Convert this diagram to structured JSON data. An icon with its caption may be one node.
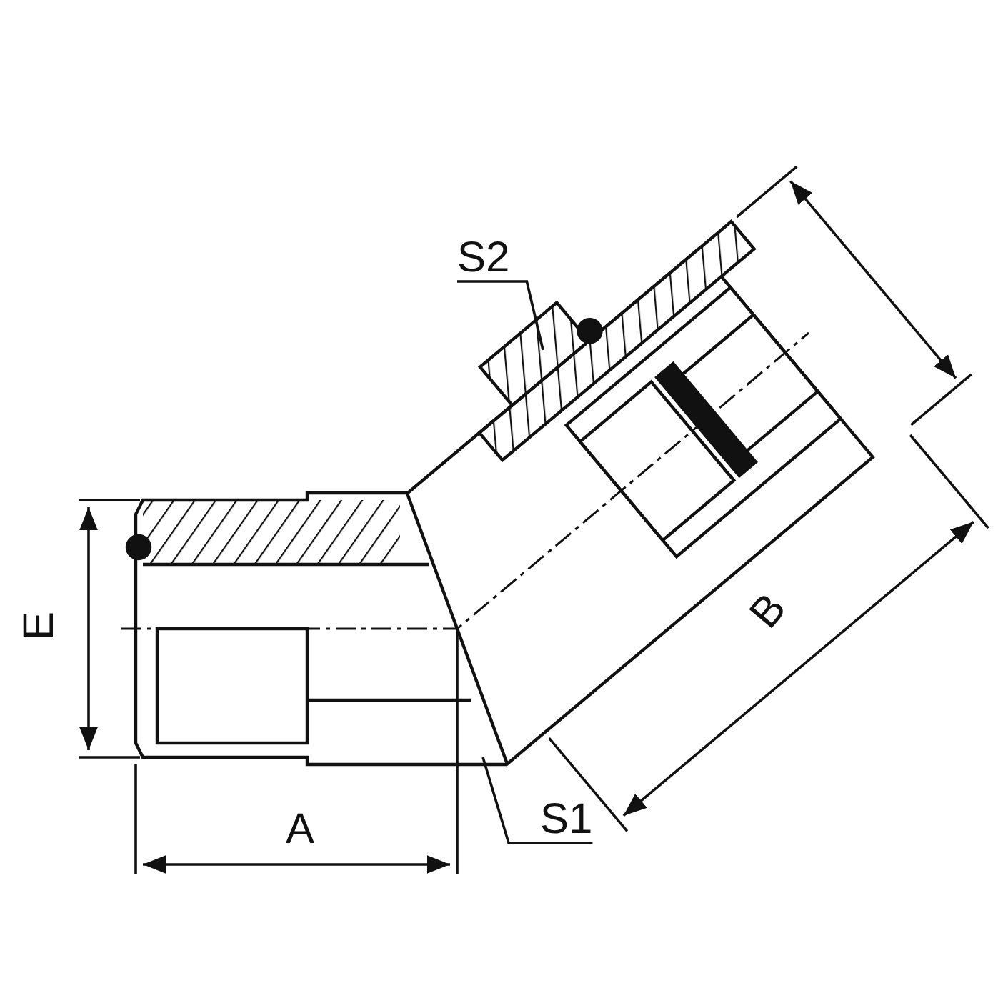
{
  "diagram": {
    "nodes": [
      {
        "text": [
          "S2"
        ]
      },
      {
        "text": [
          "S1"
        ]
      }
    ],
    "edges": [
      {
        "from": 0,
        "to": null,
        "arrow": "none"
      },
      {
        "from": 1,
        "to": null,
        "arrow": "none"
      }
    ],
    "labels": [
      "E",
      "A",
      "B"
    ]
  }
}
